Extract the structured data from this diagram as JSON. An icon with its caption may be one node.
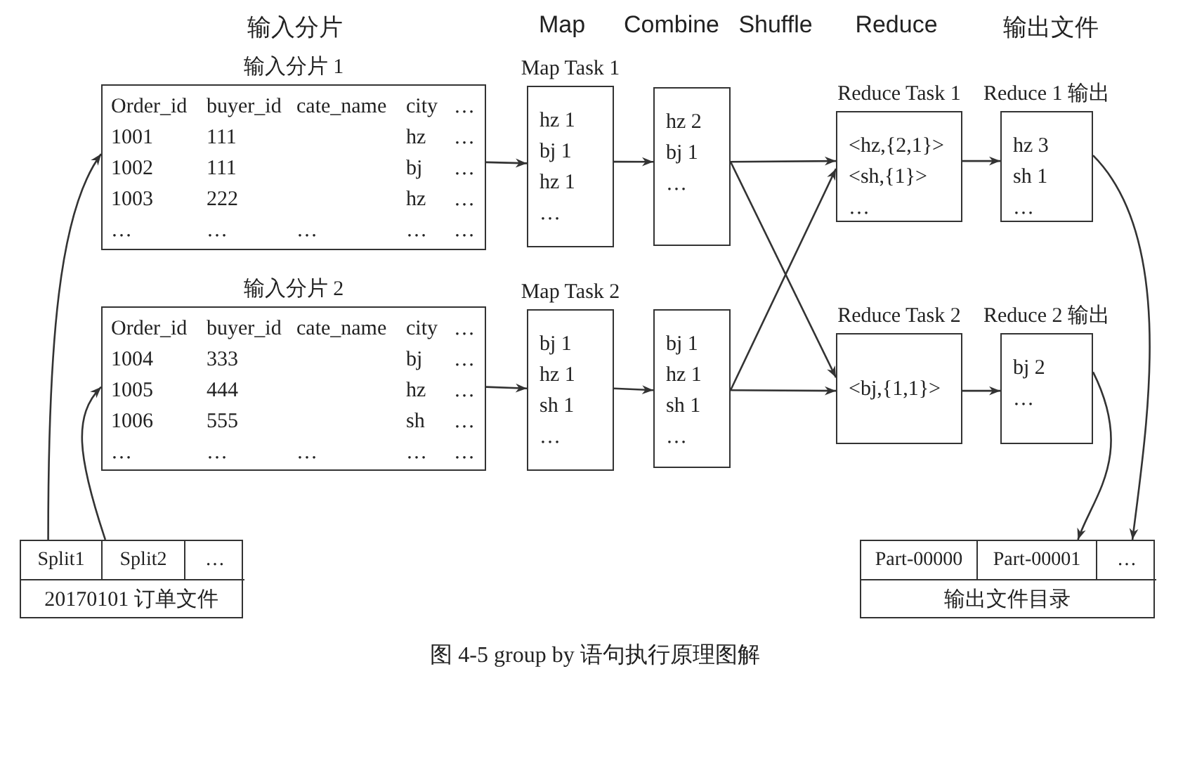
{
  "diagram": {
    "caption": "图 4-5 group by 语句执行原理图解",
    "nodes": [
      {
        "text": [
          "输入分片 1",
          "Order_id",
          "buyer_id",
          "cate_name",
          "city",
          "…",
          "1001",
          "111",
          "hz",
          "…",
          "1002",
          "111",
          "bj",
          "…",
          "1003",
          "222",
          "hz",
          "…",
          "…",
          "…",
          "…",
          "…",
          "…"
        ]
      },
      {
        "text": [
          "Map Task 1",
          "hz 1",
          "bj 1",
          "hz 1",
          "…"
        ]
      },
      {
        "text": [
          "hz 2",
          "bj 1",
          "…"
        ]
      },
      {
        "text": [
          "Reduce Task 1",
          "<hz,{2,1}>",
          "<sh,{1}>",
          "…"
        ]
      },
      {
        "text": [
          "Reduce 1 输出",
          "hz 3",
          "sh 1",
          "…"
        ]
      },
      {
        "text": [
          "输入分片 2",
          "Order_id",
          "buyer_id",
          "cate_name",
          "city",
          "…",
          "1004",
          "333",
          "bj",
          "…",
          "1005",
          "444",
          "hz",
          "…",
          "1006",
          "555",
          "sh",
          "…",
          "…",
          "…",
          "…",
          "…",
          "…"
        ]
      },
      {
        "text": [
          "Map Task 2",
          "bj 1",
          "hz 1",
          "sh 1",
          "…"
        ]
      },
      {
        "text": [
          "bj 1",
          "hz 1",
          "sh 1",
          "…"
        ]
      },
      {
        "text": [
          "Reduce Task 2",
          "<bj,{1,1}>"
        ]
      },
      {
        "text": [
          "Reduce 2 输出",
          "bj 2",
          "…"
        ]
      },
      {
        "text": [
          "20170101 订单文件"
        ]
      },
      {
        "text": [
          "Split1"
        ],
        "in": 10
      },
      {
        "text": [
          "Split2"
        ],
        "in": 10
      },
      {
        "text": [
          "…"
        ],
        "in": 10
      },
      {
        "text": [
          "输出文件目录"
        ]
      },
      {
        "text": [
          "Part-00000"
        ],
        "in": 14
      },
      {
        "text": [
          "Part-00001"
        ],
        "in": 14
      },
      {
        "text": [
          "…"
        ],
        "in": 14
      }
    ],
    "edges": [
      {
        "from": 0,
        "to": 1,
        "arrow": "to"
      },
      {
        "from": 1,
        "to": 2,
        "arrow": "to"
      },
      {
        "from": 2,
        "to": 3,
        "arrow": "to"
      },
      {
        "from": 2,
        "to": 8,
        "arrow": "to"
      },
      {
        "from": 3,
        "to": 4,
        "arrow": "to"
      },
      {
        "from": 5,
        "to": 6,
        "arrow": "to"
      },
      {
        "from": 6,
        "to": 7,
        "arrow": "to"
      },
      {
        "from": 7,
        "to": 8,
        "arrow": "to"
      },
      {
        "from": 7,
        "to": 3,
        "arrow": "to"
      },
      {
        "from": 8,
        "to": 9,
        "arrow": "to"
      },
      {
        "from": 11,
        "to": 0,
        "arrow": "to"
      },
      {
        "from": 12,
        "to": 5,
        "arrow": "to"
      },
      {
        "from": 4,
        "to": 17,
        "arrow": "to"
      },
      {
        "from": 9,
        "to": 16,
        "arrow": "to"
      }
    ],
    "labels": [
      "输入分片",
      "Map",
      "Combine",
      "Shuffle",
      "Reduce",
      "输出文件"
    ]
  }
}
